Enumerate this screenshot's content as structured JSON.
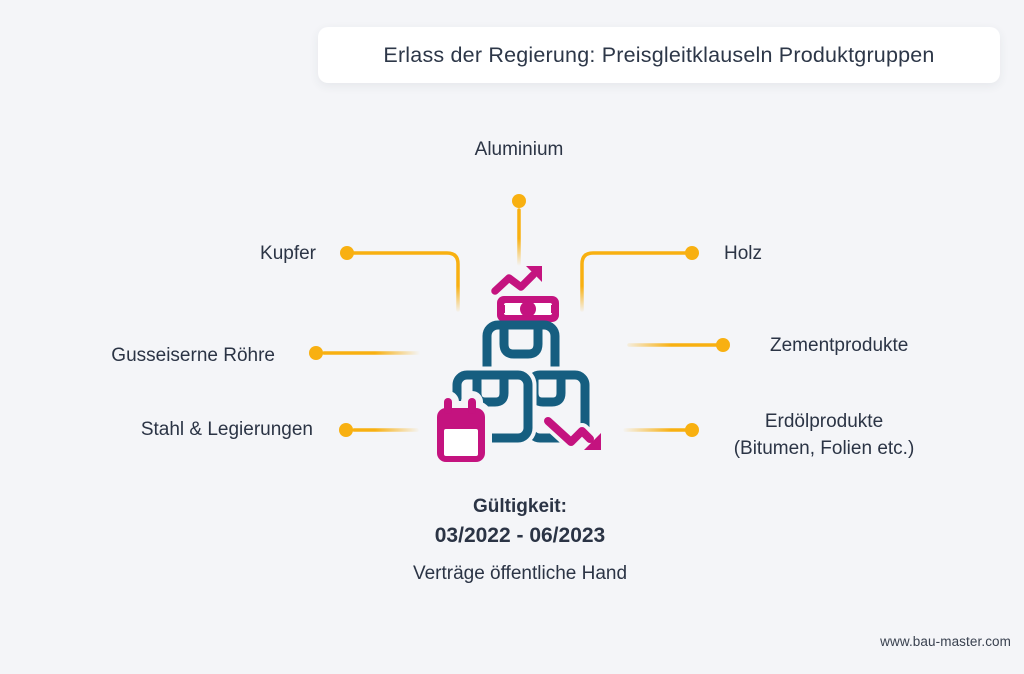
{
  "title": "Erlass der Regierung: Preisgleitklauseln Produktgruppen",
  "products": [
    {
      "label": "Aluminium",
      "side": "top"
    },
    {
      "label": "Kupfer",
      "side": "left"
    },
    {
      "label": "Holz",
      "side": "right"
    },
    {
      "label": "Gusseiserne Röhre",
      "side": "left"
    },
    {
      "label": "Zementprodukte",
      "side": "right"
    },
    {
      "label": "Stahl & Legierungen",
      "side": "left"
    },
    {
      "label": "Erdölprodukte",
      "sublabel": "(Bitumen, Folien etc.)",
      "side": "right"
    }
  ],
  "validity": {
    "heading": "Gültigkeit:",
    "range": "03/2022 - 06/2023",
    "note": "Verträge öffentliche Hand"
  },
  "footer": {
    "website": "www.bau-master.com"
  },
  "icons": {
    "center": "stacked-packages-icon",
    "money": "money-trend-up-icon",
    "calendar": "calendar-icon",
    "arrow": "trend-down-arrow-icon",
    "connector": "yellow-leader-line-with-dot"
  },
  "colors": {
    "accent_yellow": "#F8B011",
    "magenta": "#C4137F",
    "teal": "#165E80",
    "text": "#2B3445",
    "background": "#F4F5F8",
    "card": "#FFFFFF"
  }
}
